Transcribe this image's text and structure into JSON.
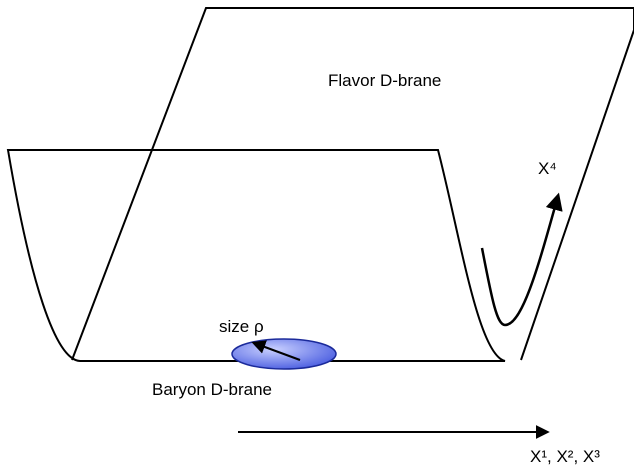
{
  "labels": {
    "flavor_brane": "Flavor D-brane",
    "x4": "X⁴",
    "size_rho": "size ρ",
    "baryon_brane": "Baryon D-brane",
    "x123": "X¹, X², X³"
  },
  "colors": {
    "line": "#000000",
    "baryon_fill": "#4a5de0",
    "baryon_highlight": "#c9d0ff",
    "baryon_edge": "#1b2a9a"
  }
}
